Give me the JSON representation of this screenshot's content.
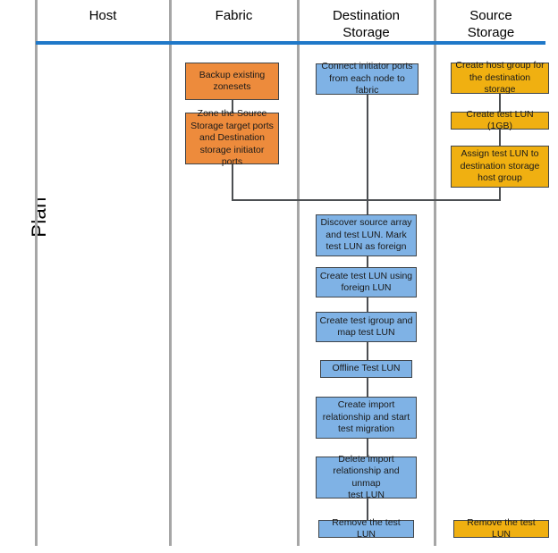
{
  "diagram": {
    "phase_label": "Plan",
    "accent_color": "#1f78c8",
    "divider_color": "#a6a6a6",
    "colors": {
      "fabric_box": "#ED8B3C",
      "destination_box": "#7FB2E5",
      "source_box": "#F0B011",
      "connector": "#4c4f52",
      "node_border": "#40454a"
    }
  },
  "lanes": [
    {
      "id": "host",
      "title": "Host"
    },
    {
      "id": "fabric",
      "title": "Fabric"
    },
    {
      "id": "destination",
      "title": "Destination\nStorage"
    },
    {
      "id": "source",
      "title": "Source\nStorage"
    }
  ],
  "nodes": {
    "fabric": [
      {
        "id": "backup-existing-zonesets",
        "label": "Backup existing\nzonesets"
      },
      {
        "id": "zone-source-target-ports",
        "label": "Zone the Source\nStorage target ports\nand Destination\nstorage initiator ports"
      }
    ],
    "destination": [
      {
        "id": "connect-initiator-ports",
        "label": "Connect initiator ports\nfrom each node to fabric"
      },
      {
        "id": "discover-source-array",
        "label": "Discover source array\nand test LUN. Mark\ntest LUN as foreign"
      },
      {
        "id": "create-test-lun-foreign",
        "label": "Create test LUN using\nforeign LUN"
      },
      {
        "id": "create-test-igroup",
        "label": "Create test igroup and\nmap test LUN"
      },
      {
        "id": "offline-test-lun",
        "label": "Offline Test LUN"
      },
      {
        "id": "create-import-relationship",
        "label": "Create import\nrelationship and start\ntest migration"
      },
      {
        "id": "delete-import-relationship",
        "label": "Delete import\nrelationship and unmap\ntest LUN"
      },
      {
        "id": "remove-test-lun-destination",
        "label": "Remove the test LUN"
      }
    ],
    "source": [
      {
        "id": "create-host-group",
        "label": "Create host group for\nthe destination storage"
      },
      {
        "id": "create-test-lun-1gb",
        "label": "Create test LUN (1GB)"
      },
      {
        "id": "assign-test-lun",
        "label": "Assign test LUN to\ndestination storage\nhost group"
      },
      {
        "id": "remove-test-lun-source",
        "label": "Remove the test LUN"
      }
    ]
  }
}
